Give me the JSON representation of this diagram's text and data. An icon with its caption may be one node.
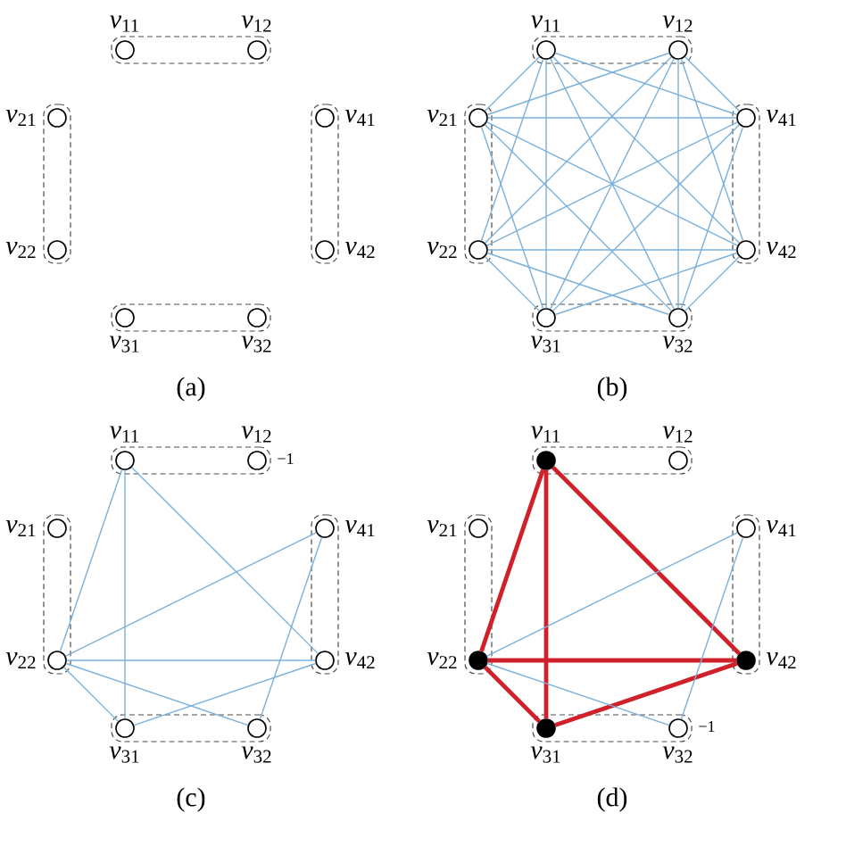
{
  "diagram": {
    "nodes": [
      {
        "text": [],
        "shape": "box"
      },
      {
        "text": [],
        "shape": "circle",
        "in": 0,
        "beside": [
          "*v*$_{11}$"
        ]
      },
      {
        "text": [],
        "shape": "circle",
        "in": 0,
        "beside": [
          "*v*$_{12}$"
        ]
      },
      {
        "text": [],
        "shape": "box"
      },
      {
        "text": [],
        "shape": "circle",
        "in": 3,
        "beside": [
          "*v*$_{21}$"
        ]
      },
      {
        "text": [],
        "shape": "circle",
        "in": 3,
        "beside": [
          "*v*$_{22}$"
        ]
      },
      {
        "text": [],
        "shape": "box"
      },
      {
        "text": [],
        "shape": "circle",
        "in": 6,
        "beside": [
          "*v*$_{31}$"
        ]
      },
      {
        "text": [],
        "shape": "circle",
        "in": 6,
        "beside": [
          "*v*$_{32}$"
        ]
      },
      {
        "text": [],
        "shape": "box"
      },
      {
        "text": [],
        "shape": "circle",
        "in": 9,
        "beside": [
          "*v*$_{41}$"
        ]
      },
      {
        "text": [],
        "shape": "circle",
        "in": 9,
        "beside": [
          "*v*$_{42}$"
        ]
      },
      {
        "text": [],
        "shape": "box"
      },
      {
        "text": [],
        "shape": "circle",
        "in": 12,
        "beside": [
          "*v*$_{11}$"
        ]
      },
      {
        "text": [],
        "shape": "circle",
        "in": 12,
        "beside": [
          "*v*$_{12}$"
        ]
      },
      {
        "text": [],
        "shape": "box"
      },
      {
        "text": [],
        "shape": "circle",
        "in": 15,
        "beside": [
          "*v*$_{21}$"
        ]
      },
      {
        "text": [],
        "shape": "circle",
        "in": 15,
        "beside": [
          "*v*$_{22}$"
        ]
      },
      {
        "text": [],
        "shape": "box"
      },
      {
        "text": [],
        "shape": "circle",
        "in": 18,
        "beside": [
          "*v*$_{31}$"
        ]
      },
      {
        "text": [],
        "shape": "circle",
        "in": 18,
        "beside": [
          "*v*$_{32}$"
        ]
      },
      {
        "text": [],
        "shape": "box"
      },
      {
        "text": [],
        "shape": "circle",
        "in": 21,
        "beside": [
          "*v*$_{41}$"
        ]
      },
      {
        "text": [],
        "shape": "circle",
        "in": 21,
        "beside": [
          "*v*$_{42}$"
        ]
      },
      {
        "text": [],
        "shape": "box"
      },
      {
        "text": [],
        "shape": "circle",
        "in": 24,
        "beside": [
          "*v*$_{11}$"
        ]
      },
      {
        "text": [],
        "shape": "circle",
        "in": 24,
        "beside": [
          "*v*$_{12}$",
          "−1"
        ]
      },
      {
        "text": [],
        "shape": "box"
      },
      {
        "text": [],
        "shape": "circle",
        "in": 27,
        "beside": [
          "*v*$_{21}$"
        ]
      },
      {
        "text": [],
        "shape": "circle",
        "in": 27,
        "beside": [
          "*v*$_{22}$"
        ]
      },
      {
        "text": [],
        "shape": "box"
      },
      {
        "text": [],
        "shape": "circle",
        "in": 30,
        "beside": [
          "*v*$_{31}$"
        ]
      },
      {
        "text": [],
        "shape": "circle",
        "in": 30,
        "beside": [
          "*v*$_{32}$"
        ]
      },
      {
        "text": [],
        "shape": "box"
      },
      {
        "text": [],
        "shape": "circle",
        "in": 33,
        "beside": [
          "*v*$_{41}$"
        ]
      },
      {
        "text": [],
        "shape": "circle",
        "in": 33,
        "beside": [
          "*v*$_{42}$"
        ]
      },
      {
        "text": [],
        "shape": "box"
      },
      {
        "text": [],
        "shape": "dot",
        "in": 36,
        "beside": [
          "*v*$_{11}$"
        ]
      },
      {
        "text": [],
        "shape": "circle",
        "in": 36,
        "beside": [
          "*v*$_{12}$"
        ]
      },
      {
        "text": [],
        "shape": "box"
      },
      {
        "text": [],
        "shape": "circle",
        "in": 39,
        "beside": [
          "*v*$_{21}$"
        ]
      },
      {
        "text": [],
        "shape": "dot",
        "in": 39,
        "beside": [
          "*v*$_{22}$"
        ]
      },
      {
        "text": [],
        "shape": "box"
      },
      {
        "text": [],
        "shape": "dot",
        "in": 42,
        "beside": [
          "*v*$_{31}$"
        ]
      },
      {
        "text": [],
        "shape": "circle",
        "in": 42,
        "beside": [
          "*v*$_{32}$",
          "−1"
        ]
      },
      {
        "text": [],
        "shape": "box"
      },
      {
        "text": [],
        "shape": "circle",
        "in": 45,
        "beside": [
          "*v*$_{41}$"
        ]
      },
      {
        "text": [],
        "shape": "dot",
        "in": 45,
        "beside": [
          "*v*$_{42}$"
        ]
      }
    ],
    "edges": [
      {
        "from": 13,
        "to": 16,
        "arrow": "none"
      },
      {
        "from": 13,
        "to": 17,
        "arrow": "none"
      },
      {
        "from": 13,
        "to": 19,
        "arrow": "none"
      },
      {
        "from": 13,
        "to": 20,
        "arrow": "none"
      },
      {
        "from": 13,
        "to": 22,
        "arrow": "none"
      },
      {
        "from": 13,
        "to": 23,
        "arrow": "none"
      },
      {
        "from": 14,
        "to": 16,
        "arrow": "none"
      },
      {
        "from": 14,
        "to": 17,
        "arrow": "none"
      },
      {
        "from": 14,
        "to": 19,
        "arrow": "none"
      },
      {
        "from": 14,
        "to": 20,
        "arrow": "none"
      },
      {
        "from": 14,
        "to": 22,
        "arrow": "none"
      },
      {
        "from": 14,
        "to": 23,
        "arrow": "none"
      },
      {
        "from": 16,
        "to": 19,
        "arrow": "none"
      },
      {
        "from": 16,
        "to": 20,
        "arrow": "none"
      },
      {
        "from": 16,
        "to": 22,
        "arrow": "none"
      },
      {
        "from": 16,
        "to": 23,
        "arrow": "none"
      },
      {
        "from": 17,
        "to": 19,
        "arrow": "none"
      },
      {
        "from": 17,
        "to": 20,
        "arrow": "none"
      },
      {
        "from": 17,
        "to": 22,
        "arrow": "none"
      },
      {
        "from": 17,
        "to": 23,
        "arrow": "none"
      },
      {
        "from": 19,
        "to": 22,
        "arrow": "none"
      },
      {
        "from": 19,
        "to": 23,
        "arrow": "none"
      },
      {
        "from": 20,
        "to": 22,
        "arrow": "none"
      },
      {
        "from": 20,
        "to": 23,
        "arrow": "none"
      },
      {
        "from": 25,
        "to": 29,
        "arrow": "none"
      },
      {
        "from": 25,
        "to": 31,
        "arrow": "none"
      },
      {
        "from": 25,
        "to": 35,
        "arrow": "none"
      },
      {
        "from": 29,
        "to": 34,
        "arrow": "none"
      },
      {
        "from": 29,
        "to": 35,
        "arrow": "none"
      },
      {
        "from": 29,
        "to": 31,
        "arrow": "none"
      },
      {
        "from": 29,
        "to": 32,
        "arrow": "none"
      },
      {
        "from": 31,
        "to": 35,
        "arrow": "none"
      },
      {
        "from": 32,
        "to": 34,
        "arrow": "none"
      },
      {
        "from": 37,
        "to": 41,
        "arrow": "none",
        "style": "thick",
        "color": "#d0202a"
      },
      {
        "from": 37,
        "to": 43,
        "arrow": "none",
        "style": "thick",
        "color": "#d0202a"
      },
      {
        "from": 37,
        "to": 47,
        "arrow": "none",
        "style": "thick",
        "color": "#d0202a"
      },
      {
        "from": 41,
        "to": 47,
        "arrow": "none",
        "style": "thick",
        "color": "#d0202a"
      },
      {
        "from": 41,
        "to": 43,
        "arrow": "none",
        "style": "thick",
        "color": "#d0202a"
      },
      {
        "from": 43,
        "to": 47,
        "arrow": "none",
        "style": "thick",
        "color": "#d0202a"
      },
      {
        "from": 41,
        "to": 46,
        "arrow": "none"
      },
      {
        "from": 41,
        "to": 44,
        "arrow": "none"
      },
      {
        "from": 44,
        "to": 46,
        "arrow": "none"
      }
    ],
    "labels": [
      "(a)",
      "(b)",
      "(c)",
      "(d)"
    ]
  }
}
